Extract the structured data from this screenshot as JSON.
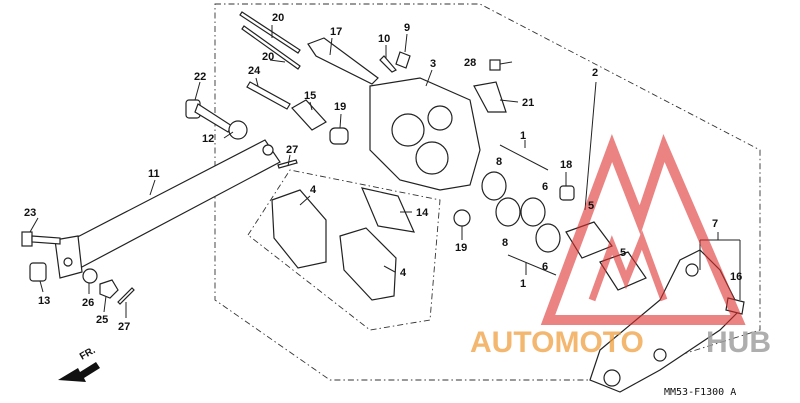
{
  "diagram": {
    "code": "MM53-F1300 A",
    "direction_label": "FR.",
    "watermark": {
      "part1": "AUTOMOTO",
      "part2": "HUB",
      "orange": "#f0a040",
      "red": "#e03030",
      "gray": "#a0a0a0"
    },
    "callouts": {
      "c1a": "1",
      "c1b": "1",
      "c2": "2",
      "c3": "3",
      "c4a": "4",
      "c4b": "4",
      "c5a": "5",
      "c5b": "5",
      "c6a": "6",
      "c6b": "6",
      "c7": "7",
      "c8a": "8",
      "c8b": "8",
      "c9": "9",
      "c10": "10",
      "c11": "11",
      "c12": "12",
      "c13": "13",
      "c14": "14",
      "c15": "15",
      "c16": "16",
      "c17": "17",
      "c18": "18",
      "c19a": "19",
      "c19b": "19",
      "c20a": "20",
      "c20b": "20",
      "c21": "21",
      "c22": "22",
      "c23": "23",
      "c24": "24",
      "c25": "25",
      "c26": "26",
      "c27a": "27",
      "c27b": "27",
      "c28": "28"
    }
  }
}
